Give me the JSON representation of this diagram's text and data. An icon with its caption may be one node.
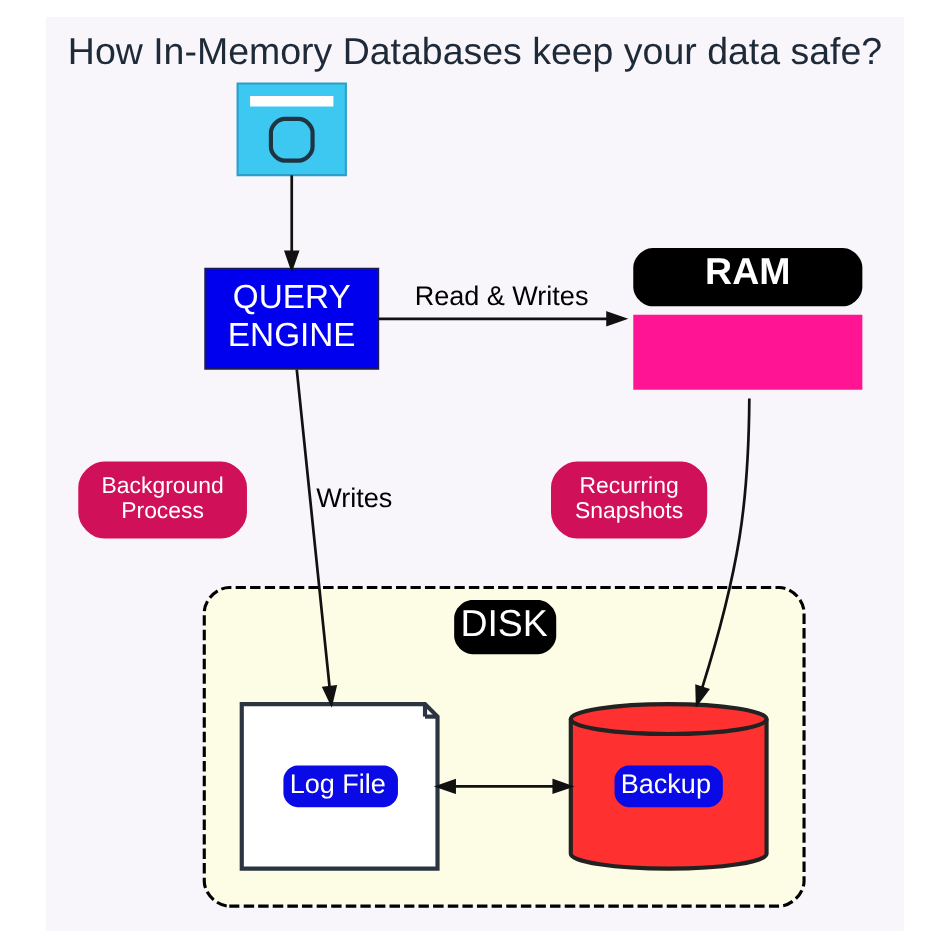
{
  "diagram": {
    "title": "How In-Memory Databases keep your data safe?",
    "nodes": [
      {
        "text": [],
        "shape": "picture"
      },
      {
        "text": [
          "QUERY ENGINE"
        ]
      },
      {
        "text": [
          "RAM"
        ]
      },
      {
        "text": [
          "Background Process"
        ]
      },
      {
        "text": [
          "Recurring Snapshots"
        ]
      },
      {
        "text": [
          "DISK"
        ]
      },
      {
        "text": [
          "Log File"
        ],
        "in": 5
      },
      {
        "text": [
          "Backup"
        ],
        "in": 5
      }
    ],
    "edges": [
      {
        "from": 0,
        "to": 1,
        "arrow": "to"
      },
      {
        "from": 1,
        "to": 2,
        "arrow": "to",
        "label": "Read & Writes"
      },
      {
        "from": 1,
        "to": 6,
        "arrow": "to",
        "label": "Writes"
      },
      {
        "from": 2,
        "to": 7,
        "arrow": "to"
      },
      {
        "from": 6,
        "to": 7,
        "arrow": "both"
      }
    ]
  }
}
